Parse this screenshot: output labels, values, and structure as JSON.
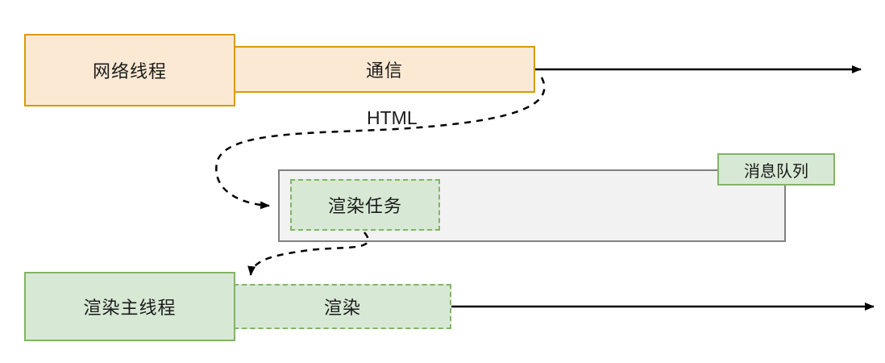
{
  "diagram": {
    "title": "browser-rendering-message-queue-flow",
    "network_thread": {
      "label": "网络线程"
    },
    "communication": {
      "label": "通信"
    },
    "html_arrow": {
      "label": "HTML"
    },
    "message_queue": {
      "label": "消息队列"
    },
    "render_task": {
      "label": "渲染任务"
    },
    "render_main_thread": {
      "label": "渲染主线程"
    },
    "render": {
      "label": "渲染"
    }
  },
  "colors": {
    "orange_fill": "#fce9d4",
    "orange_border": "#d79b00",
    "green_fill": "#d7e9d5",
    "green_border": "#82b366",
    "gray_panel_fill": "#f2f2f2",
    "gray_panel_border": "#808080",
    "arrow": "#000000",
    "text": "#1a1a1a"
  }
}
